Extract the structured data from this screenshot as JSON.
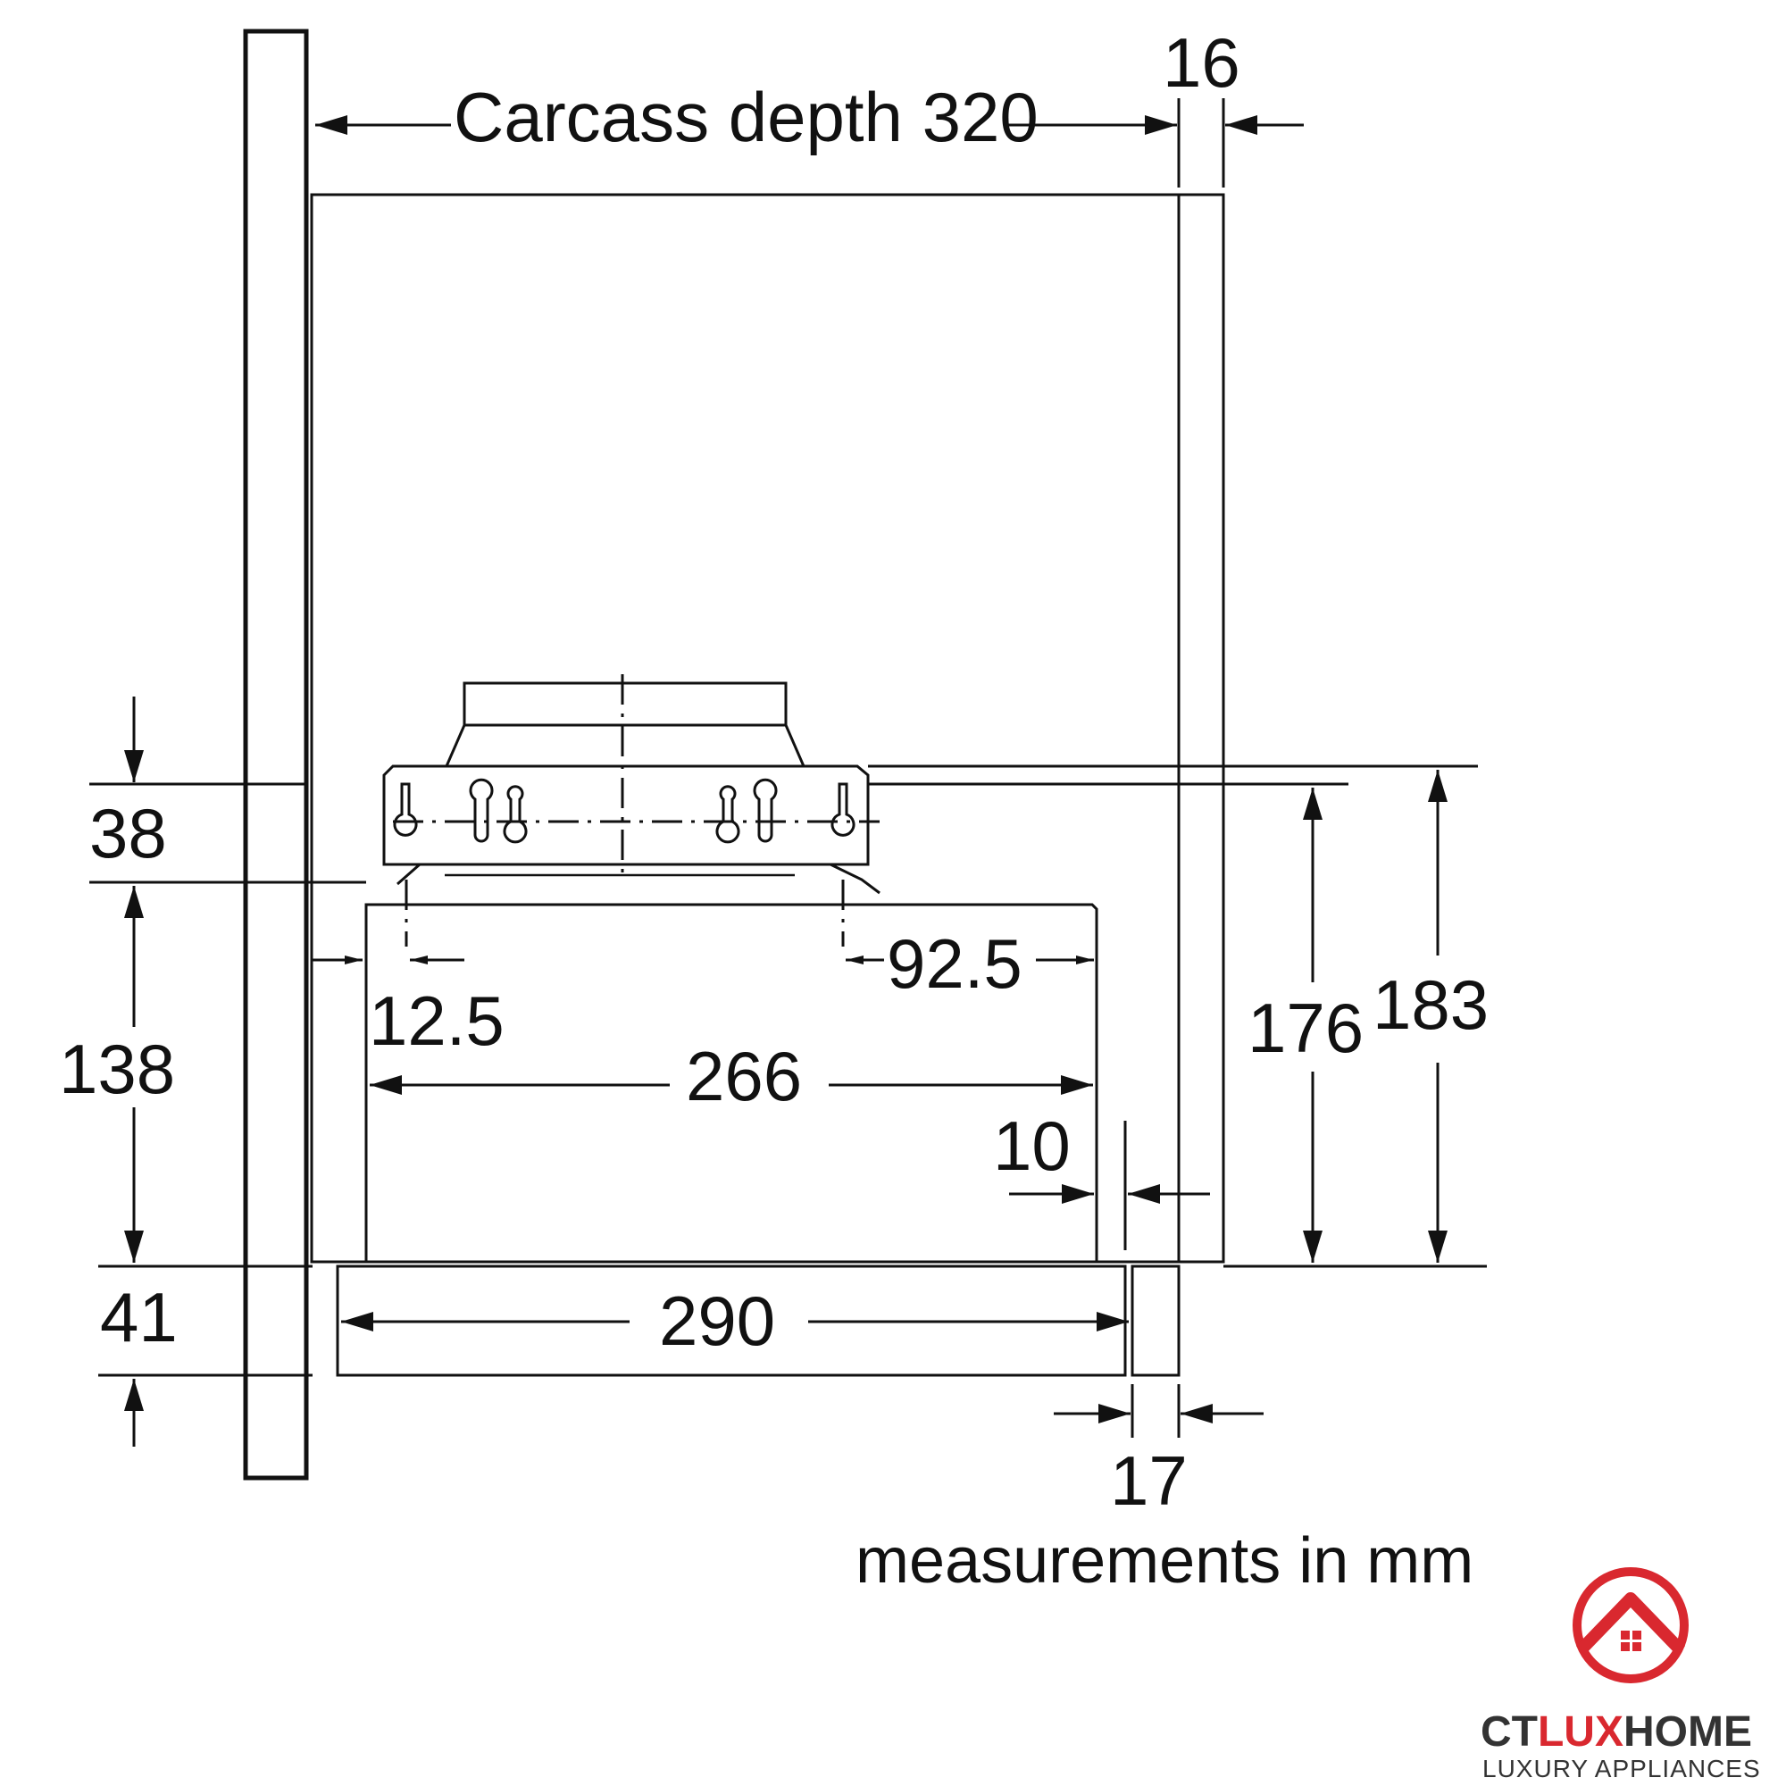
{
  "dimensions": {
    "carcass_depth": "Carcass depth 320",
    "d16": "16",
    "d38": "38",
    "d138": "138",
    "d41": "41",
    "d12_5": "12.5",
    "d92_5": "92.5",
    "d266": "266",
    "d10": "10",
    "d176": "176",
    "d183": "183",
    "d290": "290",
    "d17": "17"
  },
  "note": "measurements in mm",
  "logo": {
    "brand_ct": "CT",
    "brand_lux": "LUX",
    "brand_home": "HOME",
    "tagline": "LUXURY APPLIANCES"
  },
  "colors": {
    "line": "#111111",
    "logo_red": "#d9282f",
    "logo_dark": "#333333"
  }
}
